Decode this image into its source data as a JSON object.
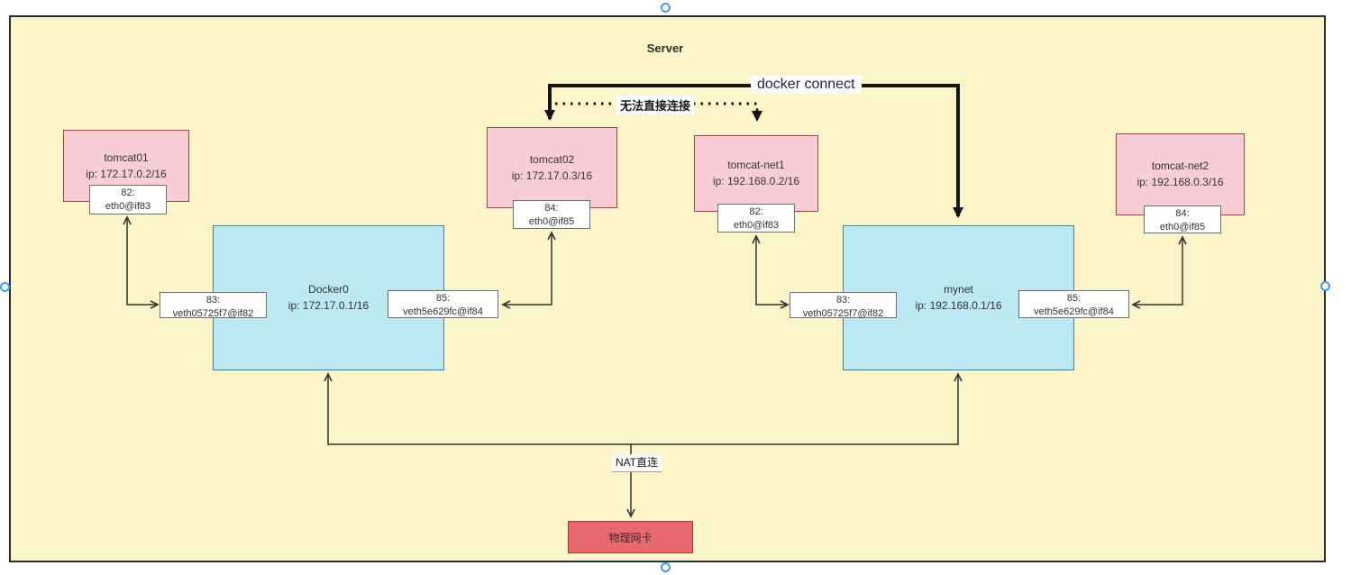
{
  "canvas": {
    "title": "Server"
  },
  "containers": [
    {
      "name": "tomcat01",
      "ip": "ip: 172.17.0.2/16",
      "port_id": "82:",
      "port_if": "eth0@if83"
    },
    {
      "name": "tomcat02",
      "ip": "ip: 172.17.0.3/16",
      "port_id": "84:",
      "port_if": "eth0@if85"
    },
    {
      "name": "tomcat-net1",
      "ip": "ip: 192.168.0.2/16",
      "port_id": "82:",
      "port_if": "eth0@if83"
    },
    {
      "name": "tomcat-net2",
      "ip": "ip: 192.168.0.3/16",
      "port_id": "84:",
      "port_if": "eth0@if85"
    }
  ],
  "bridges": [
    {
      "name": "Docker0",
      "ip": "ip: 172.17.0.1/16",
      "veth_left_id": "83:",
      "veth_left_if": "veth05725f7@if82",
      "veth_right_id": "85:",
      "veth_right_if": "veth5e629fc@if84"
    },
    {
      "name": "mynet",
      "ip": "ip: 192.168.0.1/16",
      "veth_left_id": "83:",
      "veth_left_if": "veth05725f7@if82",
      "veth_right_id": "85:",
      "veth_right_if": "veth5e629fc@if84"
    }
  ],
  "labels": {
    "docker_connect": "docker connect",
    "cannot_connect_directly": "无法直接连接",
    "nat_direct": "NAT直连",
    "physical_nic": "物理网卡"
  },
  "colors": {
    "canvas_bg": "#FBF5C9",
    "container_fill": "#F9CDD6",
    "bridge_fill": "#BCE9F1",
    "nic_fill": "#E8696D",
    "line": "#333333",
    "thick_line": "#141414",
    "handle": "#3B9CFF"
  }
}
